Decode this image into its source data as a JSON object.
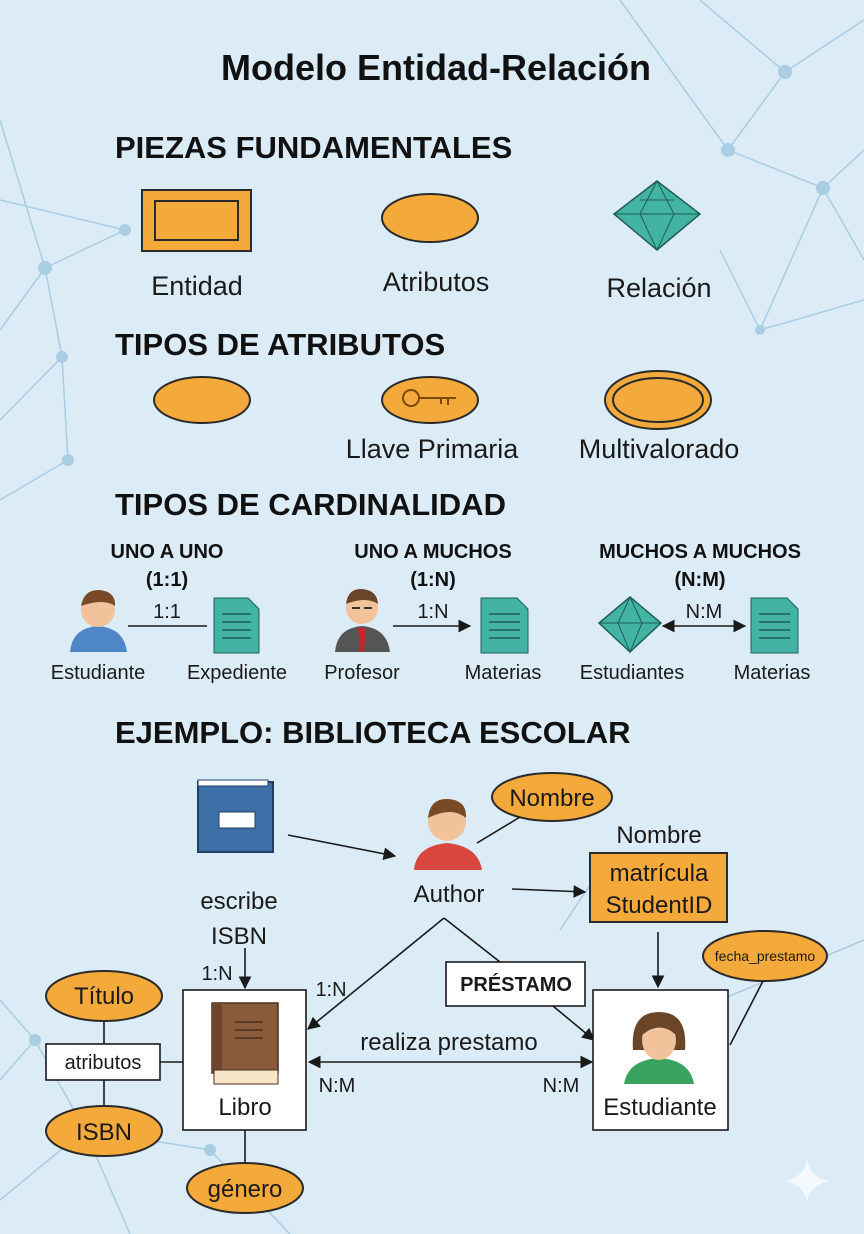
{
  "title": "Modelo Entidad-Relación",
  "piezas": {
    "heading": "PIEZAS FUNDAMENTALES",
    "items": [
      {
        "label": "Entidad",
        "icon": "entity-rectangle-icon"
      },
      {
        "label": "Atributos",
        "icon": "attribute-ellipse-icon"
      },
      {
        "label": "Relación",
        "icon": "relationship-diamond-icon"
      }
    ]
  },
  "atributos": {
    "heading": "TIPOS DE ATRIBUTOS",
    "items": [
      {
        "label": "",
        "icon": "simple-attribute-icon"
      },
      {
        "label": "Llave Primaria",
        "icon": "key-icon"
      },
      {
        "label": "Multivalorado",
        "icon": "multivalued-ellipse-icon"
      }
    ]
  },
  "cardinalidad": {
    "heading": "TIPOS DE CARDINALIDAD",
    "types": [
      {
        "title": "UNO A UNO",
        "code": "(1:1)",
        "rel": "1:1",
        "left": "Estudiante",
        "right": "Expediente"
      },
      {
        "title": "UNO A MUCHOS",
        "code": "(1:N)",
        "rel": "1:N",
        "left": "Profesor",
        "right": "Materias"
      },
      {
        "title": "MUCHOS A MUCHOS",
        "code": "(N:M)",
        "rel": "N:M",
        "left": "Estudiantes",
        "right": "Materias"
      }
    ]
  },
  "ejemplo": {
    "heading": "EJEMPLO: BIBLIOTECA ESCOLAR",
    "book_label_1": "escribe",
    "book_label_2": "ISBN",
    "author": "Author",
    "author_attr": "Nombre",
    "student_attr_title": "Nombre",
    "student_attr_1": "matrícula",
    "student_attr_2": "StudentID",
    "fecha": "fecha_prestamo",
    "prestamo": "PRÉSTAMO",
    "card_escribe": "1:N",
    "card_author_libro": "1:N",
    "realiza": "realiza prestamo",
    "card_left": "N:M",
    "card_right": "N:M",
    "libro": "Libro",
    "estudiante": "Estudiante",
    "titulo": "Título",
    "atributos_box": "atributos",
    "isbn": "ISBN",
    "genero": "género"
  },
  "colors": {
    "orange": "#f4a93b",
    "teal": "#43b3a3",
    "background": "#dcecf7"
  }
}
